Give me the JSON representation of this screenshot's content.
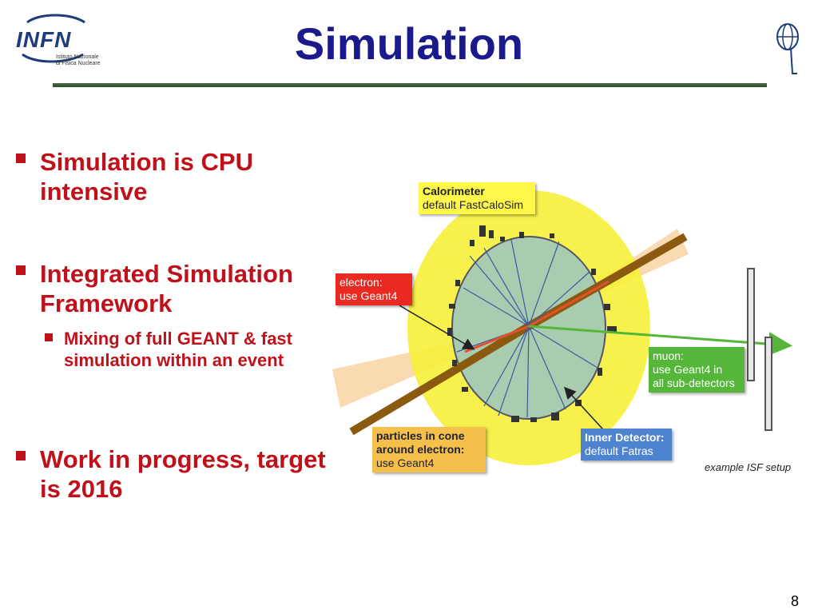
{
  "slide": {
    "title": "Simulation",
    "page_number": "8",
    "logo": {
      "text": "INFN",
      "subtitle": "Istituto Nazionale di Fisica Nucleare"
    },
    "bullets": [
      {
        "text": "Simulation is CPU intensive"
      },
      {
        "text": "Integrated Simulation Framework"
      },
      {
        "text": "Work in progress, target is 2016"
      }
    ],
    "sub_bullets": [
      {
        "text": "Mixing of full GEANT & fast simulation within an event"
      }
    ]
  },
  "diagram": {
    "calorimeter": {
      "label": "Calorimeter",
      "detail": "default FastCaloSim"
    },
    "electron": {
      "label": "electron:",
      "detail": "use Geant4"
    },
    "muon": {
      "label": "muon:",
      "detail1": "use Geant4 in",
      "detail2": "all sub-detectors"
    },
    "particles": {
      "line1": "particles in cone",
      "line2": "around electron:",
      "detail": "use Geant4"
    },
    "inner_detector": {
      "label": "Inner Detector:",
      "detail": "default Fatras"
    },
    "caption": "example ISF setup"
  },
  "colors": {
    "title": "#1a1a8c",
    "bullet": "#c0101a",
    "calorimeter_ring": "#f6ef3a",
    "inner_detector": "#a9cbb0",
    "electron": "#e82a22",
    "muon": "#55b63a",
    "inner_detector_box": "#4e84cf"
  }
}
